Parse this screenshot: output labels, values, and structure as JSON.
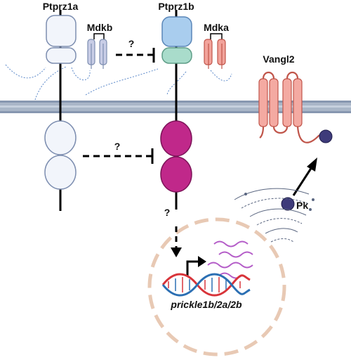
{
  "labels": {
    "ptprz1a": "Ptprz1a",
    "ptprz1b": "Ptprz1b",
    "mdkb": "Mdkb",
    "mdka": "Mdka",
    "vangl2": "Vangl2",
    "pk": "Pk",
    "gene": "prickle1b/2a/2b",
    "unknown_mark": "?"
  },
  "colors": {
    "membrane": "#a9b6c8",
    "ptprz1a_fill": "#f2f5fb",
    "ptprz1a_stroke": "#7d8eb0",
    "ptprz1b_top": "#a9cdee",
    "ptprz1b_teal": "#a9dccb",
    "ptprz1b_magenta": "#c0288a",
    "mdkb_fill": "#c8cde6",
    "mdka_fill": "#f2a39b",
    "vangl2_fill": "#f4aaa2",
    "pk_fill": "#3e3b7a",
    "nucleus_dash": "#e8c9b4",
    "dna_red": "#d8343a",
    "dna_blue": "#2b6fb3",
    "mrna": "#b45cc8"
  },
  "icons": [
    "ptprz1a-receptor",
    "ptprz1b-receptor",
    "mdkb-ligand",
    "mdka-ligand",
    "vangl2-transmembrane-icon",
    "pk-protein-icon",
    "nucleus-icon",
    "dna-helix-icon",
    "mrna-icon",
    "golgi-icon",
    "transcription-arrow-icon"
  ]
}
